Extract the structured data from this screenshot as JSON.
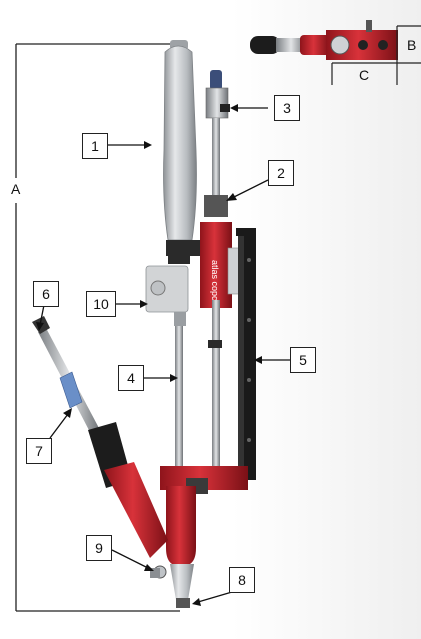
{
  "callouts": {
    "c1": "1",
    "c2": "2",
    "c3": "3",
    "c4": "4",
    "c5": "5",
    "c6": "6",
    "c7": "7",
    "c8": "8",
    "c9": "9",
    "c10": "10"
  },
  "dimensions": {
    "a": "A",
    "b": "B",
    "c": "C"
  },
  "brand_text": "atlas copco",
  "colors": {
    "red": "#c0202a",
    "dark": "#1a1a1a",
    "silver": "#bfc3c7",
    "blue": "#6a8fc8"
  }
}
